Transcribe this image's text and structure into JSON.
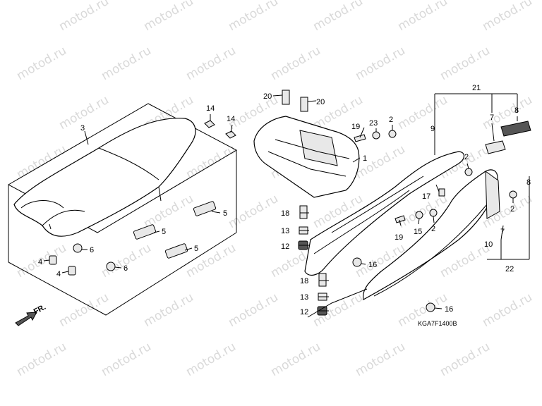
{
  "watermark_text": "motod.ru",
  "diagram_code": "KGA7F1400B",
  "front_arrow_label": "FR.",
  "callouts": [
    {
      "id": "c1",
      "text": "1"
    },
    {
      "id": "c2a",
      "text": "2"
    },
    {
      "id": "c2b",
      "text": "2"
    },
    {
      "id": "c2c",
      "text": "2"
    },
    {
      "id": "c2d",
      "text": "2"
    },
    {
      "id": "c3",
      "text": "3"
    },
    {
      "id": "c4a",
      "text": "4"
    },
    {
      "id": "c4b",
      "text": "4"
    },
    {
      "id": "c5a",
      "text": "5"
    },
    {
      "id": "c5b",
      "text": "5"
    },
    {
      "id": "c5c",
      "text": "5"
    },
    {
      "id": "c6a",
      "text": "6"
    },
    {
      "id": "c6b",
      "text": "6"
    },
    {
      "id": "c7a",
      "text": "7"
    },
    {
      "id": "c7b",
      "text": "7"
    },
    {
      "id": "c8a",
      "text": "8"
    },
    {
      "id": "c8b",
      "text": "8"
    },
    {
      "id": "c9",
      "text": "9"
    },
    {
      "id": "c10",
      "text": "10"
    },
    {
      "id": "c12a",
      "text": "12"
    },
    {
      "id": "c12b",
      "text": "12"
    },
    {
      "id": "c13a",
      "text": "13"
    },
    {
      "id": "c13b",
      "text": "13"
    },
    {
      "id": "c14a",
      "text": "14"
    },
    {
      "id": "c14b",
      "text": "14"
    },
    {
      "id": "c15",
      "text": "15"
    },
    {
      "id": "c16a",
      "text": "16"
    },
    {
      "id": "c16b",
      "text": "16"
    },
    {
      "id": "c17",
      "text": "17"
    },
    {
      "id": "c18a",
      "text": "18"
    },
    {
      "id": "c18b",
      "text": "18"
    },
    {
      "id": "c19a",
      "text": "19"
    },
    {
      "id": "c19b",
      "text": "19"
    },
    {
      "id": "c20a",
      "text": "20"
    },
    {
      "id": "c20b",
      "text": "20"
    },
    {
      "id": "c21",
      "text": "21"
    },
    {
      "id": "c22",
      "text": "22"
    },
    {
      "id": "c23",
      "text": "23"
    }
  ]
}
